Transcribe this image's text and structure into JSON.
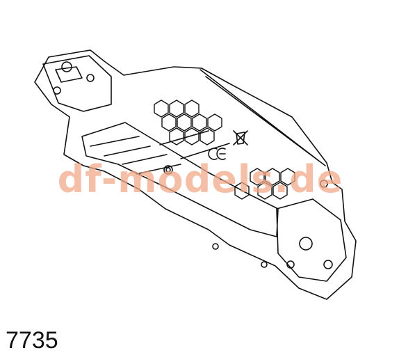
{
  "drawing": {
    "subject": "chassis-tub-line-drawing",
    "line_color": "#111111"
  },
  "watermark": {
    "text": "df-models.de",
    "color": "#f2a98a"
  },
  "part_number": "7735"
}
